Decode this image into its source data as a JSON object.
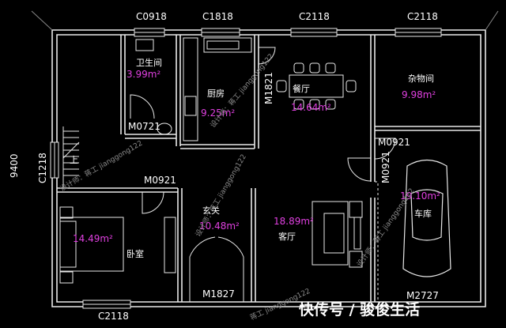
{
  "colors": {
    "background": "#000000",
    "wall": "#e8e8e8",
    "label": "#ffffff",
    "area": "#e040e0",
    "watermark": "#8a8a8a",
    "dim": "#d0d0d0"
  },
  "dimensions": {
    "left_height": "9400"
  },
  "window_labels": {
    "top_c0918": "C0918",
    "top_c1818": "C1818",
    "top_c2118_mid": "C2118",
    "top_c2118_right": "C2118",
    "left_c1218": "C1218",
    "bottom_c2118": "C2118"
  },
  "door_labels": {
    "m0721": "M0721",
    "m1821": "M1821",
    "m0921_bedroom": "M0921",
    "m0921_storage": "M0921",
    "m0921_garage": "M0921",
    "m1827": "M1827",
    "m2727": "M2727"
  },
  "rooms": {
    "bathroom": {
      "name": "卫生间",
      "area": "3.99m²"
    },
    "kitchen": {
      "name": "厨房",
      "area": "9.25m²"
    },
    "dining": {
      "name": "餐厅",
      "area": "14.64m²"
    },
    "storage": {
      "name": "杂物间",
      "area": "9.98m²"
    },
    "stairs": {
      "name": "上"
    },
    "bedroom": {
      "name": "卧室",
      "area": "14.49m²"
    },
    "foyer": {
      "name": "玄关",
      "area": "10.48m²"
    },
    "living": {
      "name": "客厅",
      "area": "18.89m²"
    },
    "garage": {
      "name": "车库",
      "area": "19.10m²"
    }
  },
  "watermarks": {
    "w1": "设计师：蒋工 jianggong122",
    "w2": "设计师：蒋工 jianggong122",
    "w3": "设计师：蒋工 jianggong122",
    "w4": "设计师：蒋工 jianggong122",
    "w5": "蒋工 jianggong122"
  },
  "caption": "快传号 / 骏俊生活"
}
